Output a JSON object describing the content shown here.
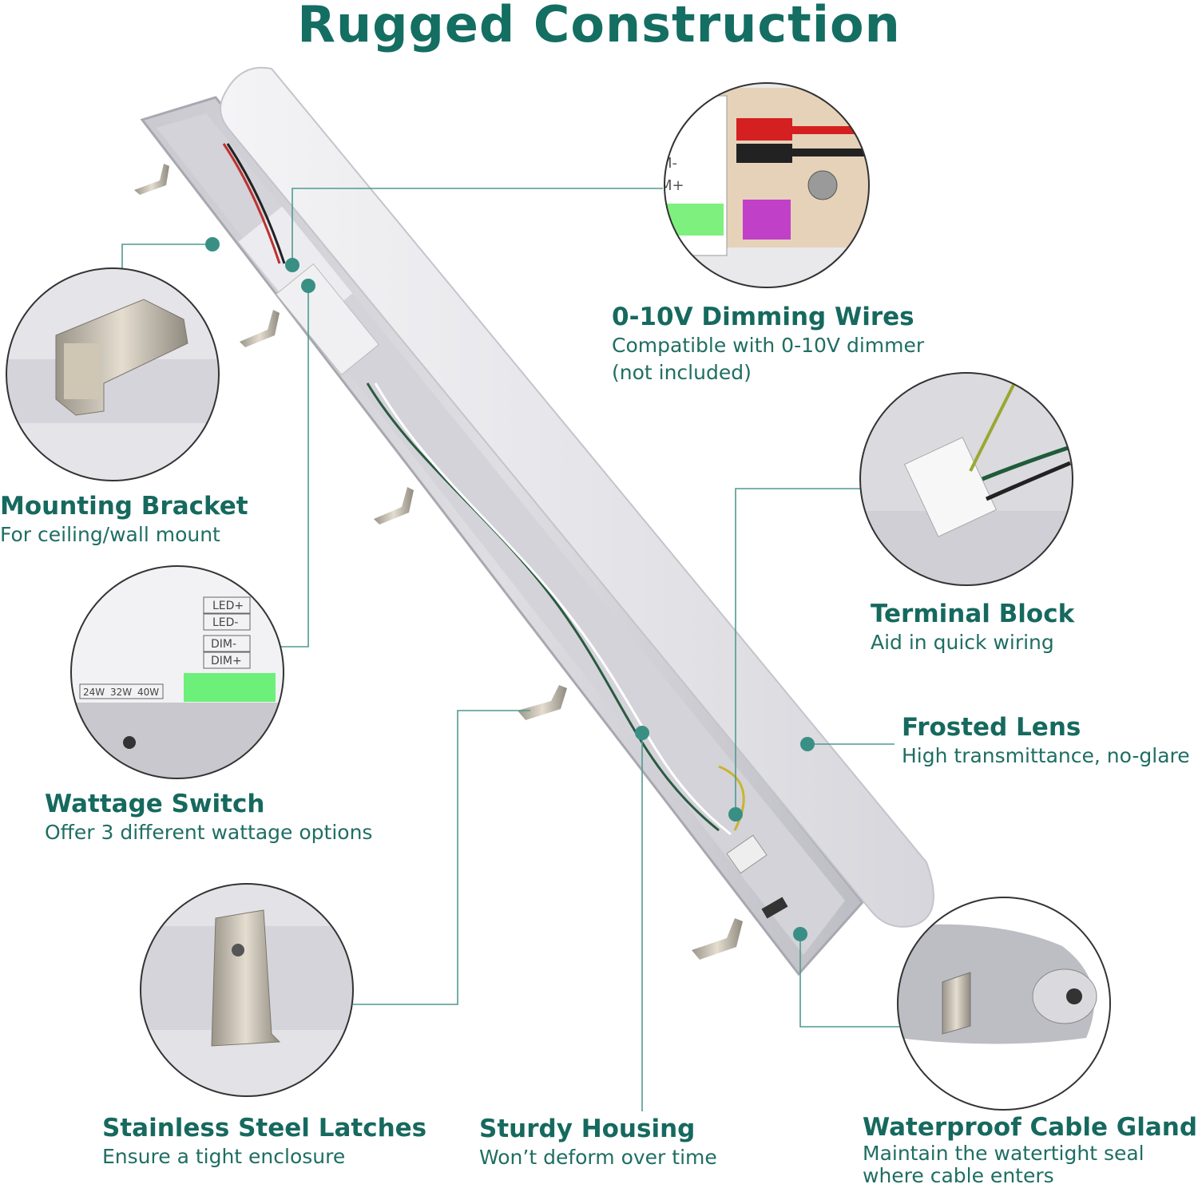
{
  "page": {
    "title": "Rugged Construction"
  },
  "colors": {
    "accent": "#146e62",
    "marker": "#3a8f84",
    "line": "#4f9a8f"
  },
  "features": [
    {
      "id": "dimming-wires",
      "title": "0-10V Dimming Wires",
      "lines": [
        "Compatible with 0-10V dimmer",
        "(not included)"
      ]
    },
    {
      "id": "mounting-bracket",
      "title": "Mounting Bracket",
      "lines": [
        "For ceiling/wall mount"
      ]
    },
    {
      "id": "terminal-block",
      "title": "Terminal Block",
      "lines": [
        "Aid in quick wiring"
      ]
    },
    {
      "id": "frosted-lens",
      "title": "Frosted Lens",
      "lines": [
        "High transmittance, no-glare"
      ]
    },
    {
      "id": "wattage-switch",
      "title": "Wattage Switch",
      "lines": [
        "Offer 3 different wattage options"
      ]
    },
    {
      "id": "stainless-latches",
      "title": "Stainless Steel Latches",
      "lines": [
        "Ensure a tight enclosure"
      ]
    },
    {
      "id": "sturdy-housing",
      "title": "Sturdy Housing",
      "lines": [
        "Won’t deform over time"
      ]
    },
    {
      "id": "cable-gland",
      "title": "Waterproof Cable Gland",
      "lines": [
        "Maintain the watertight seal",
        "where cable enters"
      ]
    }
  ],
  "driver_labels": {
    "led_plus": "LED+",
    "led_minus": "LED-",
    "dim_minus": "DIM-",
    "dim_plus": "DIM+",
    "w24": "24W",
    "w32": "32W",
    "w40": "40W"
  },
  "closeup_labels": {
    "m_minus": "M-",
    "m_plus": "M+"
  }
}
